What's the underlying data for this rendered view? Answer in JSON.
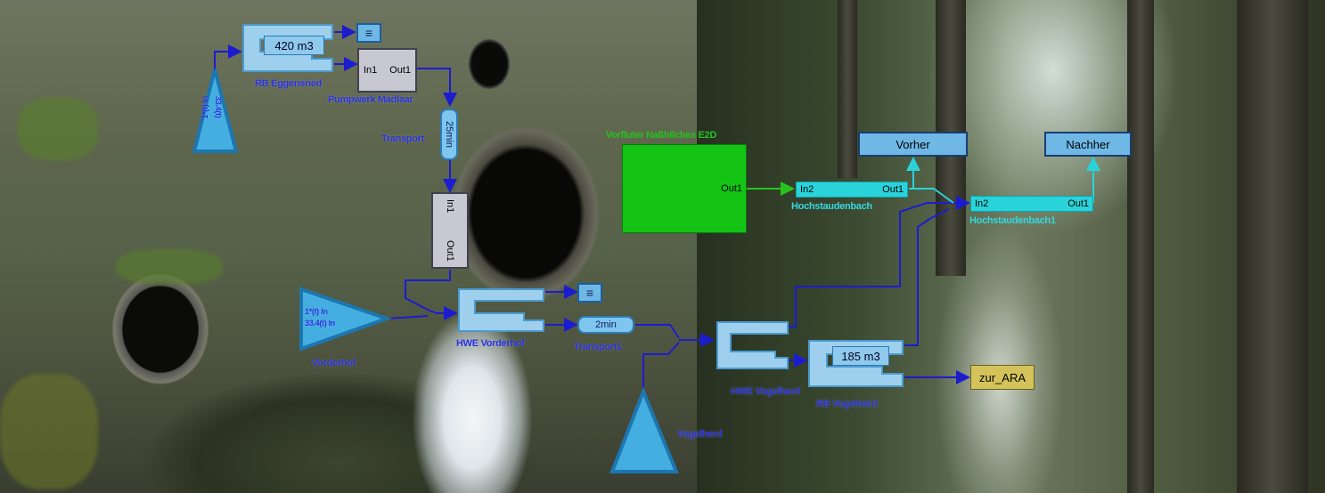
{
  "blocks": {
    "rb_eggensried": {
      "value": "420 m3",
      "label": "RB Eggensried"
    },
    "pumpwerk": {
      "in": "In1",
      "out": "Out1",
      "label": "Pumpwerk Madlaar"
    },
    "transport": {
      "value": "25min",
      "label": "Transport"
    },
    "subsystem": {
      "in": "In1",
      "out": "Out1"
    },
    "vorderhof_gain": {
      "line1": "1*(t) ln",
      "line2": "33.4(t) ln",
      "label": "Vorderhof"
    },
    "hwe_vorderhof": {
      "label": "HWE Vorderhof"
    },
    "transport1": {
      "value": "2min",
      "label": "Transport1"
    },
    "vogelherd_gain": {
      "label": "Vogelherd"
    },
    "hwe_vogelherd": {
      "label": "HWE Vogelherd"
    },
    "rb_vogelherd": {
      "value": "185 m3",
      "label": "RB Vogelherd"
    },
    "vorfluter": {
      "out": "Out1",
      "label": "Vorfluter Naßhilches E2D"
    },
    "hochstauden": {
      "in": "In2",
      "out": "Out1",
      "label": "Hochstaudenbach"
    },
    "hochstauden1": {
      "in": "In2",
      "out": "Out1",
      "label": "Hochstaudenbach1"
    },
    "vorher": {
      "label": "Vorher"
    },
    "nachher": {
      "label": "Nachher"
    },
    "zur_ara": {
      "label": "zur_ARA"
    }
  },
  "colors": {
    "line_blue": "#1c1ccf",
    "line_cyan": "#2ad3d9",
    "line_green": "#28c21f",
    "block_lightblue": "#6fb8e6",
    "goto_tag": "#d4c35a",
    "vorfluter_green": "#13c414"
  }
}
